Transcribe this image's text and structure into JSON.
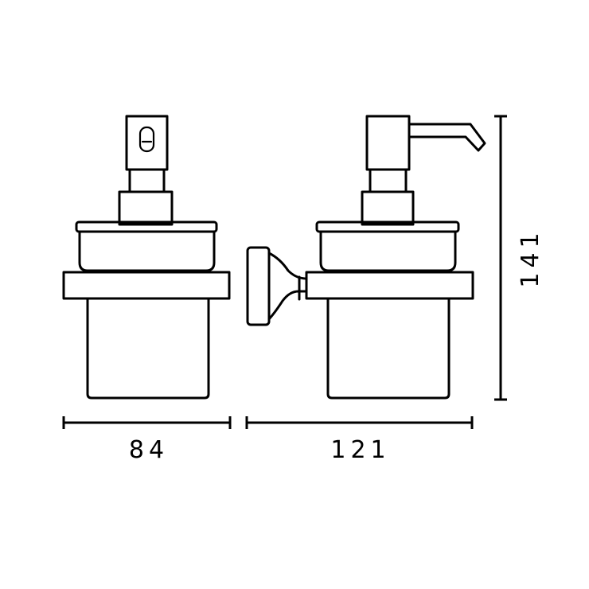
{
  "dimensions": {
    "front_width": "84",
    "side_width": "121",
    "height": "141"
  }
}
